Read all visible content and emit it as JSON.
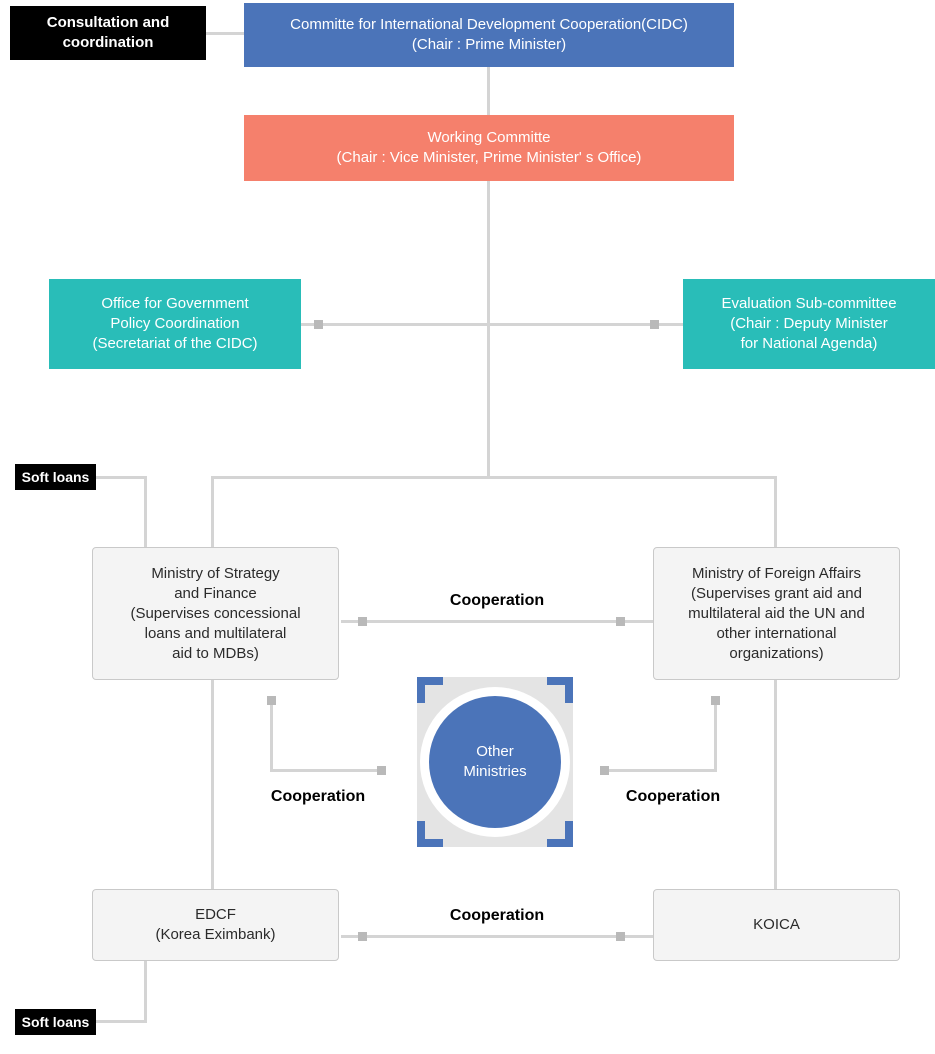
{
  "colors": {
    "primary_blue": "#4B74B9",
    "coral": "#F5806C",
    "teal": "#29BDB8",
    "light_box_bg": "#F4F4F4",
    "connector_gray": "#D4D4D4",
    "flow_label_bg": "#000000"
  },
  "nodes": {
    "cidc": {
      "text": "Committe for International Development Cooperation(CIDC)\n(Chair : Prime Minister)"
    },
    "working_committee": {
      "text": "Working Committe\n(Chair : Vice Minister, Prime Minister' s Office)"
    },
    "policy_office": {
      "text": "Office for Government\nPolicy Coordination\n(Secretariat of the CIDC)"
    },
    "evaluation_subcommittee": {
      "text": "Evaluation Sub-committee\n(Chair : Deputy Minister\nfor National Agenda)"
    },
    "ministry_strategy_finance": {
      "text": "Ministry of Strategy\nand Finance\n(Supervises concessional\nloans and multilateral\naid to MDBs)"
    },
    "ministry_foreign_affairs": {
      "text": "Ministry of Foreign Affairs\n(Supervises grant aid and\nmultilateral aid the UN and\nother international\norganizations)"
    },
    "edcf": {
      "text": "EDCF\n(Korea Eximbank)"
    },
    "koica": {
      "text": "KOICA"
    },
    "other_ministries": {
      "text": "Other\nMinistries"
    }
  },
  "flow_labels": {
    "consultation": {
      "text": "Consultation and\ncoordination"
    },
    "soft_loans_top": {
      "text": "Soft loans"
    },
    "soft_loans_bottom": {
      "text": "Soft loans"
    },
    "cooperation_top": "Cooperation",
    "cooperation_left": "Cooperation",
    "cooperation_right": "Cooperation",
    "cooperation_bottom": "Cooperation"
  }
}
